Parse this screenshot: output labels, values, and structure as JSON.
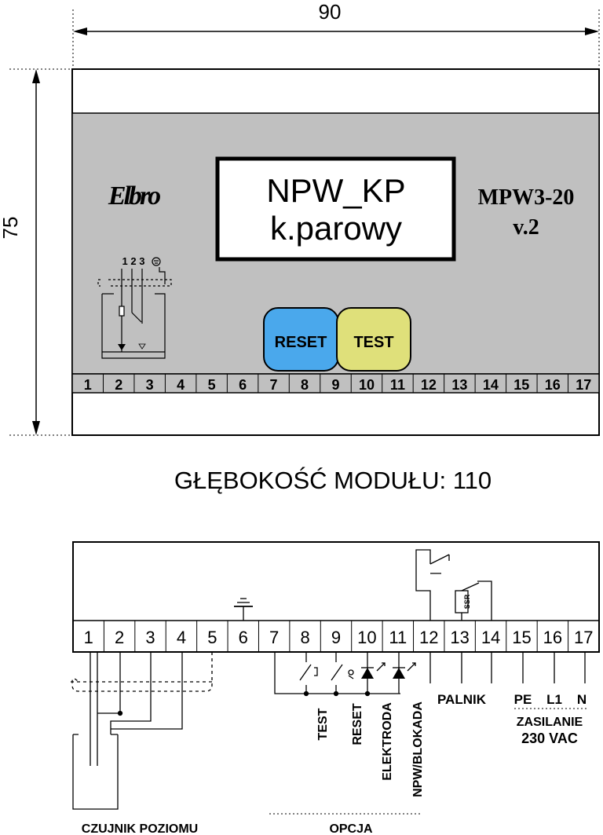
{
  "top": {
    "dim_width": "90",
    "dim_height": "75",
    "display_line1": "NPW_KP",
    "display_line2": "k.parowy",
    "model_line1": "MPW3-20",
    "model_line2": "v.2",
    "logo_text": "Elbro",
    "sensor_numbers": "1 2 3",
    "reset_label": "RESET",
    "test_label": "TEST",
    "terminals": [
      "1",
      "2",
      "3",
      "4",
      "5",
      "6",
      "7",
      "8",
      "9",
      "10",
      "11",
      "12",
      "13",
      "14",
      "15",
      "16",
      "17"
    ],
    "colors": {
      "panel": "#c0c0c0",
      "reset": "#4aa8ec",
      "test": "#dfe07a"
    }
  },
  "depth_caption": "GŁĘBOKOŚĆ MODUŁU: 110",
  "wiring": {
    "terminals": [
      "1",
      "2",
      "3",
      "4",
      "5",
      "6",
      "7",
      "8",
      "9",
      "10",
      "11",
      "12",
      "13",
      "14",
      "15",
      "16",
      "17"
    ],
    "ssr_label": "SSR",
    "labels": {
      "test": "TEST",
      "reset": "RESET",
      "elektroda": "ELEKTRODA",
      "npw_blokada": "NPW/BLOKADA",
      "palnik": "PALNIK",
      "pe": "PE",
      "l1": "L1",
      "n": "N",
      "zasilanie": "ZASILANIE",
      "voltage": "230 VAC",
      "czujnik": "CZUJNIK POZIOMU",
      "opcja": "OPCJA"
    }
  }
}
